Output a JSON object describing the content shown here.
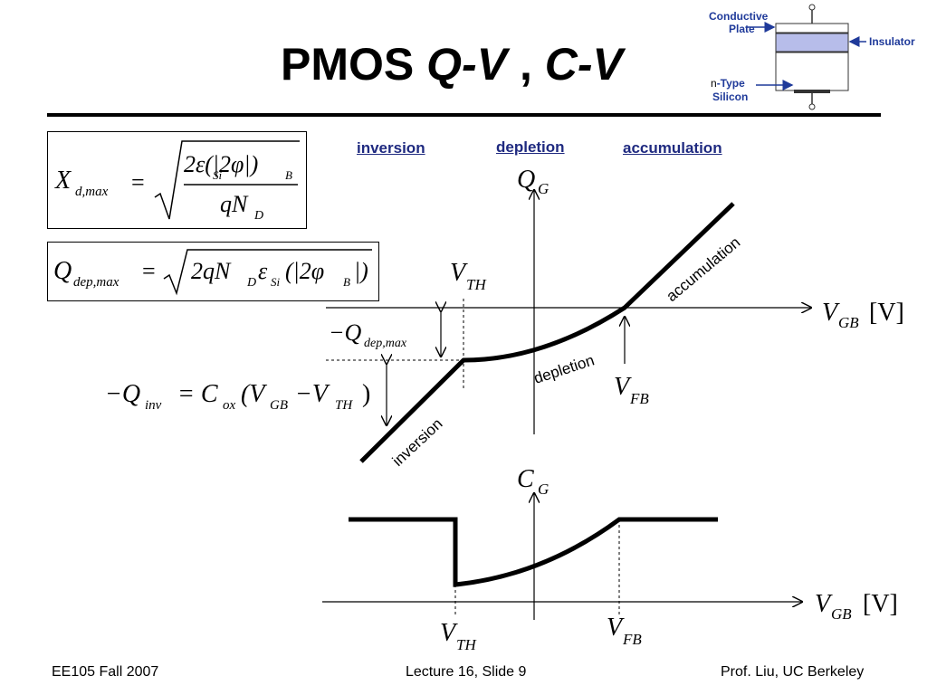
{
  "title": {
    "main": "PMOS",
    "qv": "Q-V",
    "sep": ",",
    "cv": "C-V"
  },
  "capacitor": {
    "plate_label_line1": "Conductive",
    "plate_label_line2": "Plate",
    "insulator_label": "Insulator",
    "silicon_label_prefix": "n",
    "silicon_label_type": "-Type",
    "silicon_label_line2": "Silicon",
    "label_color": "#1f3a9a"
  },
  "equations": {
    "xd_max": {
      "lhs": "X",
      "lhs_sub": "d,max",
      "eq": "=",
      "numer": "2ε(|2φ|)",
      "numer_si": "Si",
      "numer_b": "B",
      "denom": "qN",
      "denom_sub": "D"
    },
    "qdep_max": {
      "lhs": "Q",
      "lhs_sub": "dep,max",
      "eq": "=",
      "body": "2qN",
      "body_sub_d": "D",
      "eps": "ε",
      "eps_sub": "Si",
      "tail": "(|2φ",
      "tail_sub": "B",
      "close": "|)"
    },
    "qinv": {
      "lhs": "−Q",
      "lhs_sub": "inv",
      "eq": "= C",
      "cox_sub": "ox",
      "paren": "(V",
      "vgb_sub": "GB",
      "minus": "−V",
      "vth_sub": "TH",
      "close": ")"
    },
    "minus_qdep": {
      "text": "−Q",
      "sub": "dep,max"
    }
  },
  "regions": {
    "inversion": "inversion",
    "depletion": "depletion",
    "accumulation": "accumulation"
  },
  "qv_plot": {
    "y_label": "Q",
    "y_sub": "G",
    "x_label": "V",
    "x_sub": "GB",
    "x_unit": "[V]",
    "vth_label": "V",
    "vth_sub": "TH",
    "vfb_label": "V",
    "vfb_sub": "FB",
    "curve_labels": {
      "accumulation": "accumulation",
      "depletion": "depletion",
      "inversion": "inversion"
    }
  },
  "cv_plot": {
    "y_label": "C",
    "y_sub": "G",
    "x_label": "V",
    "x_sub": "GB",
    "x_unit": "[V]",
    "vth_label": "V",
    "vth_sub": "TH",
    "vfb_label": "V",
    "vfb_sub": "FB"
  },
  "footer": {
    "left": "EE105 Fall 2007",
    "center": "Lecture 16, Slide 9",
    "right": "Prof. Liu, UC Berkeley"
  }
}
